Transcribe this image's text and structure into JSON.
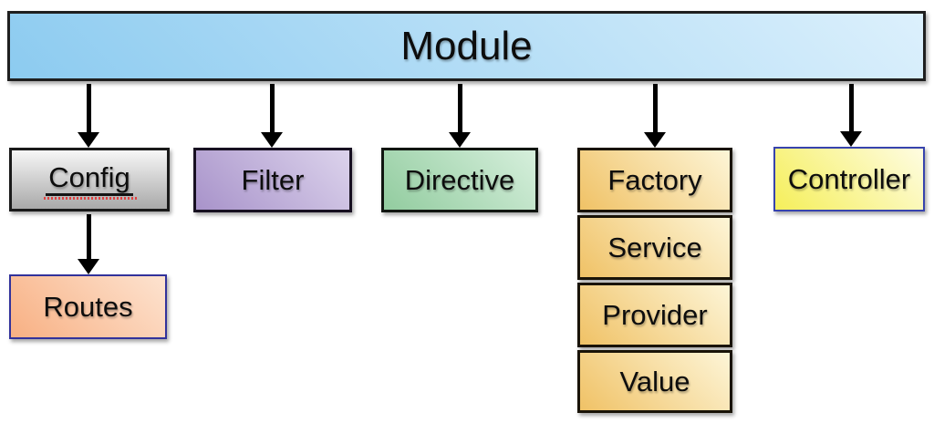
{
  "arrow_color": "#000000",
  "nodes": {
    "module": {
      "label": "Module",
      "fill_from": "#8ccbf0",
      "fill_to": "#dcf0fc",
      "gradient_dir": "45deg",
      "border": "#1f1f1f"
    },
    "config": {
      "label": "Config",
      "fill_from": "#f7f7f7",
      "fill_to": "#a9a9a9",
      "gradient_dir": "180deg",
      "border": "#1a1a1a",
      "underlined": true,
      "spellcheck_squiggle_color": "#e04343"
    },
    "filter": {
      "label": "Filter",
      "fill_from": "#a893ca",
      "fill_to": "#dcd3ec",
      "gradient_dir": "45deg",
      "border": "#171021"
    },
    "directive": {
      "label": "Directive",
      "fill_from": "#92cc9f",
      "fill_to": "#d6efdc",
      "gradient_dir": "45deg",
      "border": "#101510"
    },
    "factory": {
      "label": "Factory",
      "fill_from": "#f0c266",
      "fill_to": "#fdf5d7",
      "gradient_dir": "45deg",
      "border": "#191307"
    },
    "service": {
      "label": "Service",
      "fill_from": "#f0c266",
      "fill_to": "#fdf5d7",
      "gradient_dir": "45deg",
      "border": "#191307"
    },
    "provider": {
      "label": "Provider",
      "fill_from": "#f0c266",
      "fill_to": "#fdf5d7",
      "gradient_dir": "45deg",
      "border": "#191307"
    },
    "value": {
      "label": "Value",
      "fill_from": "#f0c266",
      "fill_to": "#fdf5d7",
      "gradient_dir": "45deg",
      "border": "#191307"
    },
    "controller": {
      "label": "Controller",
      "fill_from": "#f5ef5a",
      "fill_to": "#fefce2",
      "gradient_dir": "45deg",
      "border": "#3743ad"
    },
    "routes": {
      "label": "Routes",
      "fill_from": "#f8b083",
      "fill_to": "#fde3d0",
      "gradient_dir": "45deg",
      "border": "#32329b"
    }
  },
  "edges": [
    {
      "from": "Module",
      "to": "Config"
    },
    {
      "from": "Module",
      "to": "Filter"
    },
    {
      "from": "Module",
      "to": "Directive"
    },
    {
      "from": "Module",
      "to": "Factory"
    },
    {
      "from": "Module",
      "to": "Controller"
    },
    {
      "from": "Config",
      "to": "Routes"
    }
  ]
}
